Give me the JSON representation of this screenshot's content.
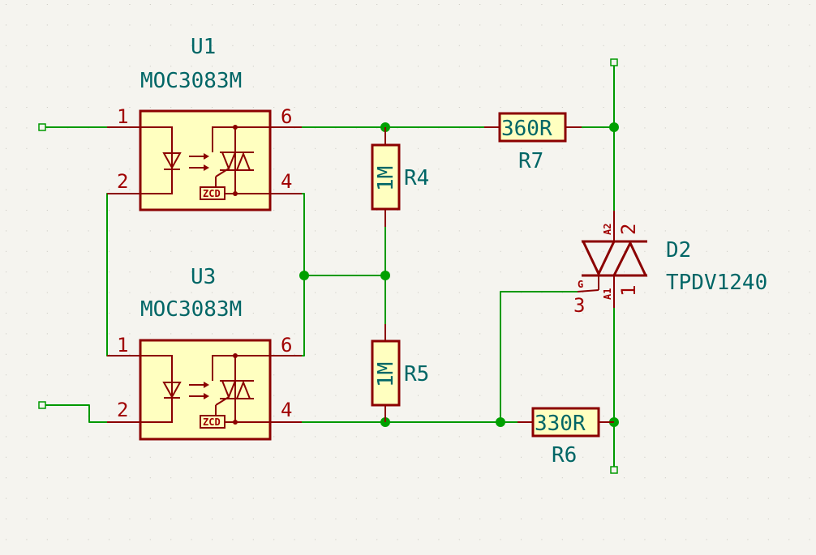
{
  "u1": {
    "ref": "U1",
    "value": "MOC3083M",
    "pins": {
      "p1": "1",
      "p2": "2",
      "p6": "6",
      "p4": "4"
    },
    "zcd": "ZCD"
  },
  "u3": {
    "ref": "U3",
    "value": "MOC3083M",
    "pins": {
      "p1": "1",
      "p2": "2",
      "p6": "6",
      "p4": "4"
    },
    "zcd": "ZCD"
  },
  "r4": {
    "ref": "R4",
    "value": "1M"
  },
  "r5": {
    "ref": "R5",
    "value": "1M"
  },
  "r6": {
    "ref": "R6",
    "value": "330R"
  },
  "r7": {
    "ref": "R7",
    "value": "360R"
  },
  "d2": {
    "ref": "D2",
    "value": "TPDV1240",
    "pins": {
      "p2": "2",
      "p1": "1",
      "p3": "3"
    },
    "pin_names": {
      "a2": "A2",
      "a1": "A1",
      "g": "G"
    }
  },
  "colors": {
    "wire": "#009900",
    "symbol": "#8b0000",
    "fill": "#ffffc0",
    "text": "#006666",
    "pin_text": "#a00000"
  }
}
